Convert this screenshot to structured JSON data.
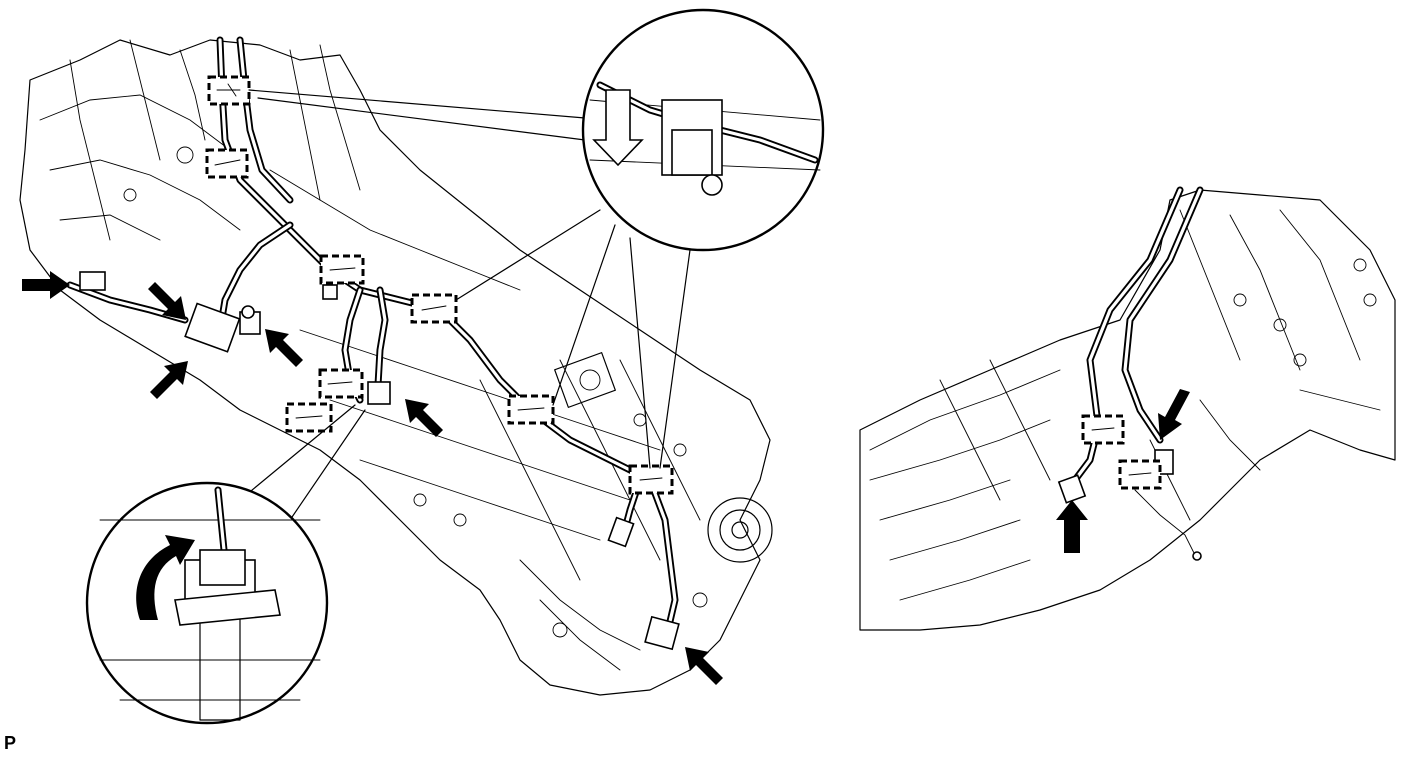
{
  "figure": {
    "code": "P"
  },
  "views": {
    "main": "main-view",
    "side": "side-view"
  },
  "details": {
    "clamp_detail": "clamp-detail-callout",
    "connector_detail": "connector-detail-callout"
  },
  "legend_marks": {
    "clamp_marker": "dashed-square",
    "direction_marker": "solid-arrow"
  },
  "colors": {
    "line": "#000000",
    "background": "#ffffff"
  }
}
